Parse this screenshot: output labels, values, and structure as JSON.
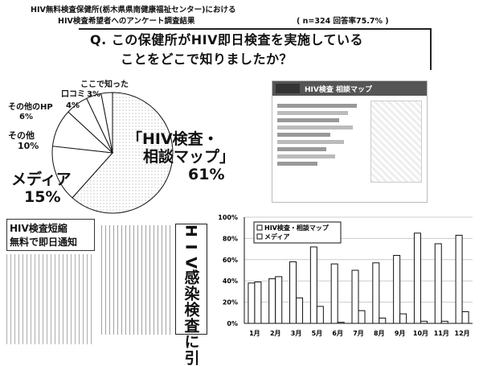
{
  "header": {
    "line1": "HIV無料検査保健所(栃木県県南健康福祉センター)における",
    "line2": "HIV検査希望者へのアンケート調査結果",
    "stats": "( n=324  回答率75.7% )"
  },
  "question": {
    "line1": "Q. この保健所がHIV即日検査を実施している",
    "line2": "ことをどこで知りましたか？"
  },
  "pie": {
    "slices": [
      {
        "name": "「HIV検査・相談マップ」",
        "label_line1": "「HIV検査・",
        "label_line2": "相談マップ」",
        "pct_text": "61%",
        "value": 61
      },
      {
        "name": "メディア",
        "label_line1": "メディア",
        "pct_text": "15%",
        "value": 15
      },
      {
        "name": "その他",
        "label_line1": "その他",
        "pct_text": "10%",
        "value": 10
      },
      {
        "name": "その他のHP",
        "label_line1": "その他のHP",
        "pct_text": "6%",
        "value": 6
      },
      {
        "name": "口コミ",
        "label_line1": "口コミ",
        "pct_text": "4%",
        "value": 4
      },
      {
        "name": "ここで知った",
        "label_line1": "ここで知った",
        "pct_text": "3%",
        "value": 3
      }
    ]
  },
  "screenshot": {
    "banner": "HIV検査 相談マップ"
  },
  "clipping": {
    "headline1": "HIV検査短縮",
    "headline2": "無料で即日通知",
    "vertical_headline": "H I V感染検査に引"
  },
  "chart_data": {
    "type": "bar",
    "categories": [
      "1月",
      "2月",
      "3月",
      "5月",
      "6月",
      "7月",
      "8月",
      "9月",
      "10月",
      "11月",
      "12月"
    ],
    "series": [
      {
        "name": "HIV検査・相談マップ",
        "values": [
          38,
          42,
          58,
          72,
          56,
          50,
          57,
          64,
          85,
          75,
          83
        ]
      },
      {
        "name": "メディア",
        "values": [
          39,
          44,
          24,
          16,
          1,
          12,
          5,
          9,
          2,
          2,
          11
        ]
      }
    ],
    "y_tick_labels": [
      "0%",
      "20%",
      "40%",
      "60%",
      "80%",
      "100%"
    ],
    "ylim": [
      0,
      100
    ],
    "legend_placement": "top-left",
    "colors": {
      "bar_fill": "#ffffff",
      "bar_stroke": "#111111",
      "grid": "#cccccc"
    }
  }
}
